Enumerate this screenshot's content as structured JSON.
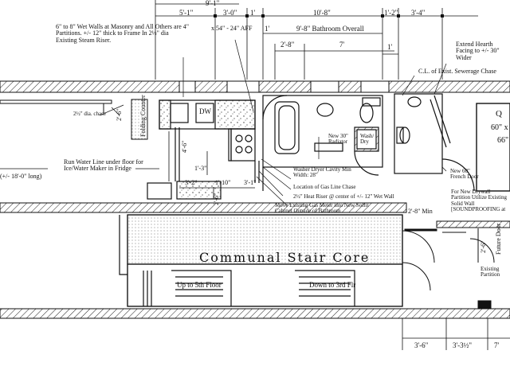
{
  "plan": {
    "dimensions_top": {
      "overall_left": "9'-1\"",
      "d1": "5'-1\"",
      "d2": "3'-0\"",
      "d3": "1'",
      "d4": "10'-8\"",
      "d5": "1'-2\"",
      "d6": "3'-4\"",
      "counter_height": "x 54\" - 24\" AFF",
      "bath_inner_1": "1'",
      "bath_overall": "9'-8\" Bathroom Overall",
      "bath_d1": "2'-8\"",
      "bath_d2": "7'",
      "bath_d3": "1'"
    },
    "notes": {
      "wet_walls": "6\" to 8\" Wet Walls at Masonry and All Others are 4\" Partitions. +/- 12\" thick to Frame In 2½\" dia Existing Steam Riser.",
      "hearth": "Extend Hearth Facing to +/- 30\" Wider",
      "sewerage": "C.L. of Exist. Sewerage Chase",
      "dia_chase": "2½\" dia. chase",
      "folding_counter": "Folding Counter",
      "dw": "DW",
      "water_line": "Run Water Line under floor for Ice/Water Maker in Fridge",
      "long": "(+/- 18'-0\" long)",
      "heater": "New 30\" Radiator",
      "washer_dryer": "Washer Dryer Cavity Min Width: 28\"",
      "gas_line_chase": "Location of Gas Line Chase",
      "heat_riser": "2½\" Heat Riser @ center of +/- 12\" Wet Wall",
      "gas_meter": "Move Existing Gas Meter into New Soffit Cabinet Outside of Bathroom",
      "wash_dry": "Wash/ Dry",
      "french_door": "New 60\" French Door",
      "drywall": "For New Drywall Partition Utilize Existing Solid Wall [SOUNDPROOFING at",
      "min_door": "2'-8\" Min",
      "future_door": "Future Door",
      "existing_partition": "Existing Partition",
      "room_q": "Q",
      "room_q_dim1": "60\" x",
      "room_q_dim2": "66\""
    },
    "dims_kitchen": {
      "v1": "4'-6\"",
      "v2": "1'-3\"",
      "h1": "3'-2\"",
      "h2": "1'-10\"",
      "h3": "3'-1\"",
      "v3": "2'-6\"",
      "v4": "2'-6\"",
      "chase": "2'-6\""
    },
    "stair": {
      "title": "Communal Stair Core",
      "up": "Up to 5th Floor",
      "down": "Down to 3rd Flr"
    },
    "dims_bottom": {
      "b1": "3'-6\"",
      "b2": "3'-3½\"",
      "b3": "7'"
    }
  }
}
